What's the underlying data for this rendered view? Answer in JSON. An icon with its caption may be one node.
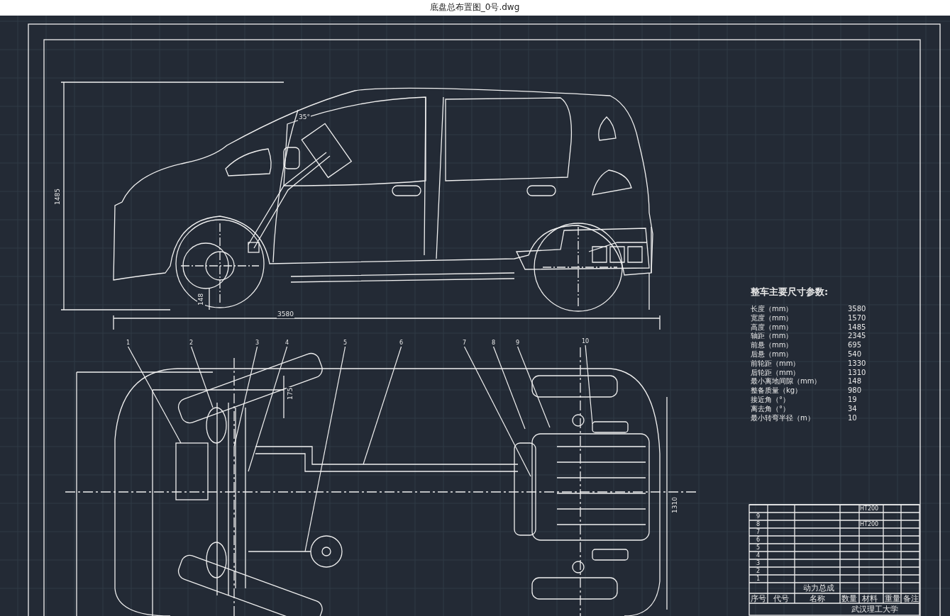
{
  "diagram": {
    "title": "底盘总布置图_0号.dwg",
    "nodes": [
      {
        "text": [
          "1"
        ]
      },
      {
        "text": [
          "2"
        ]
      },
      {
        "text": [
          "3"
        ]
      },
      {
        "text": [
          "4"
        ]
      },
      {
        "text": [
          "5"
        ]
      },
      {
        "text": [
          "6"
        ]
      },
      {
        "text": [
          "7"
        ]
      },
      {
        "text": [
          "8"
        ]
      },
      {
        "text": [
          "9"
        ]
      },
      {
        "text": [
          "10"
        ]
      }
    ],
    "edges": [
      {
        "from": 0,
        "to": null,
        "arrow": "none"
      },
      {
        "from": 1,
        "to": null,
        "arrow": "none"
      },
      {
        "from": 2,
        "to": null,
        "arrow": "none"
      },
      {
        "from": 3,
        "to": null,
        "arrow": "none"
      },
      {
        "from": 4,
        "to": null,
        "arrow": "none"
      },
      {
        "from": 5,
        "to": null,
        "arrow": "none"
      },
      {
        "from": 6,
        "to": null,
        "arrow": "none"
      },
      {
        "from": 7,
        "to": null,
        "arrow": "none"
      },
      {
        "from": 8,
        "to": null,
        "arrow": "none"
      },
      {
        "from": 9,
        "to": null,
        "arrow": "none"
      }
    ],
    "labels": [
      "整车主要尺寸参数:",
      "长度（mm）",
      "3580",
      "宽度（mm）",
      "1570",
      "高度（mm）",
      "1485",
      "轴距（mm）",
      "2345",
      "前悬（mm）",
      "695",
      "后悬（mm）",
      "540",
      "前轮距（mm）",
      "1330",
      "后轮距（mm）",
      "1310",
      "最小离地间隙（mm）",
      "148",
      "整备质量（kg）",
      "980",
      "接近角（°）",
      "19",
      "离去角（°）",
      "34",
      "最小转弯半径（m）",
      "10",
      "1485",
      "3580",
      "148",
      "35°",
      "175",
      "1310",
      "HT200",
      "HT200",
      "9",
      "8",
      "7",
      "6",
      "5",
      "4",
      "3",
      "2",
      "1",
      "动力总成",
      "序号",
      "代号",
      "名称",
      "数量",
      "材料",
      "重量",
      "备注",
      "武汉理工大学"
    ]
  }
}
